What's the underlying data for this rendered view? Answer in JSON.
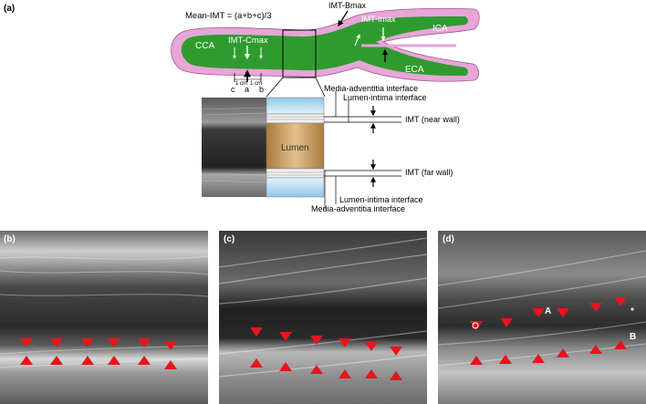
{
  "panel_a": {
    "label": "(a)",
    "formula": "Mean-IMT = (a+b+c)/3",
    "vessels": {
      "cca": "CCA",
      "ica": "ICA",
      "eca": "ECA"
    },
    "measures": {
      "bmax": "IMT-Bmax",
      "imax": "IMT-Imax",
      "cmax": "IMT-Cmax"
    },
    "points": {
      "c": "c",
      "a": "a",
      "b": "b"
    },
    "spacing": [
      "1 cm",
      "1 cm"
    ],
    "lumen": "Lumen",
    "interfaces": {
      "media_adventitia_top": "Media-adventitia interface",
      "lumen_intima_top": "Lumen-intima interface",
      "imt_near": "IMT (near wall)",
      "imt_far": "IMT (far wall)",
      "lumen_intima_bottom": "Lumen-intima interface",
      "media_adventitia_bottom": "Media-adventitia interface"
    },
    "colors": {
      "vessel_wall": "#e7a5d8",
      "vessel_lumen": "#2f9b2f",
      "lumen_box": "#c9a06a",
      "blue_band": "#bfe1f3"
    }
  },
  "panel_b": {
    "label": "(b)",
    "marker_color": "#e8141c"
  },
  "panel_c": {
    "label": "(c)",
    "marker_color": "#e8141c"
  },
  "panel_d": {
    "label": "(d)",
    "marker_a": "A",
    "marker_b": "B",
    "marker_color": "#e8141c"
  }
}
